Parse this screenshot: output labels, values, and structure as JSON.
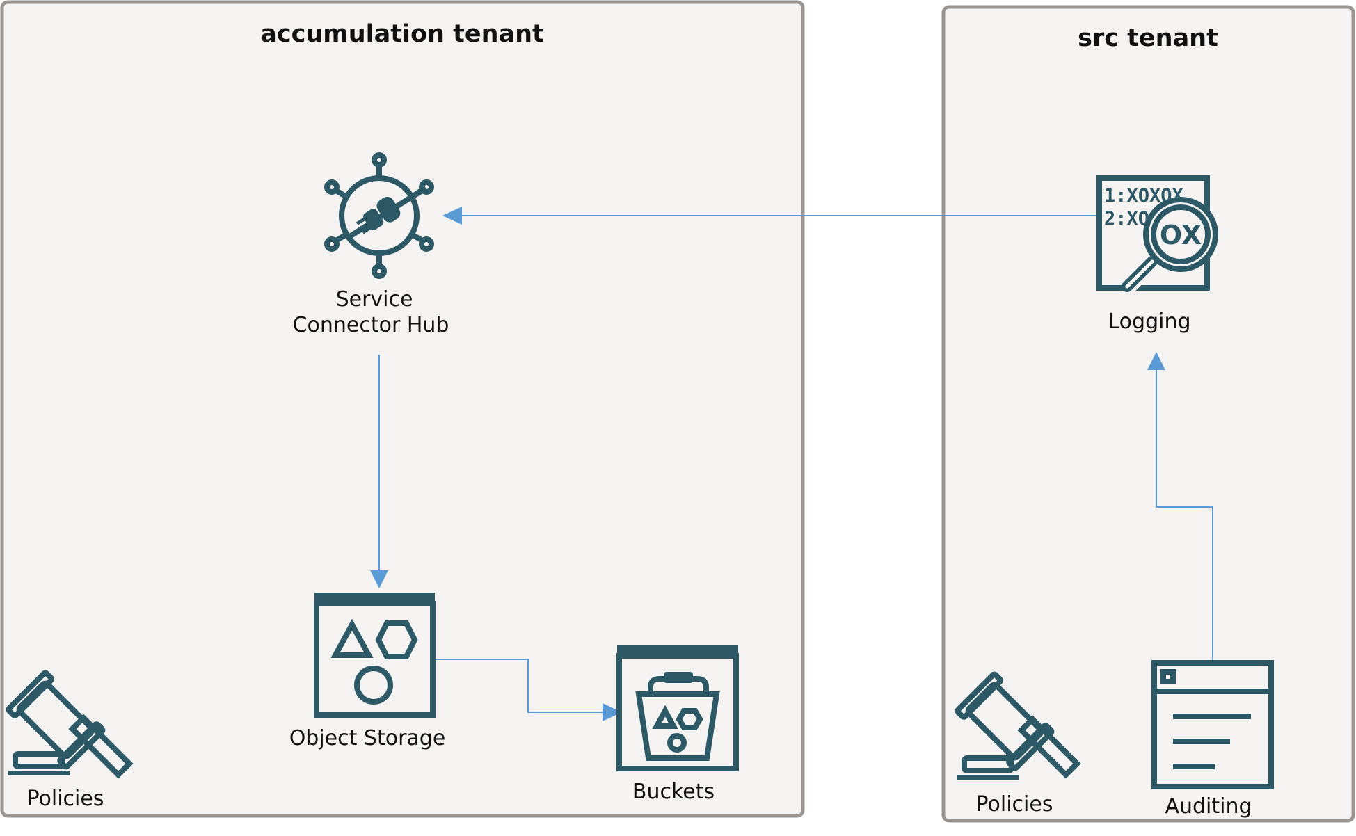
{
  "tenants": {
    "accumulation": {
      "title": "accumulation tenant"
    },
    "src": {
      "title": "src tenant"
    }
  },
  "nodes": {
    "service_connector_hub": {
      "label_line1": "Service",
      "label_line2": "Connector Hub",
      "icon": "service-connector-hub-icon"
    },
    "object_storage": {
      "label": "Object Storage",
      "icon": "object-storage-icon"
    },
    "buckets": {
      "label": "Buckets",
      "icon": "bucket-icon"
    },
    "policies_accumulation": {
      "label": "Policies",
      "icon": "gavel-icon"
    },
    "logging": {
      "label": "Logging",
      "icon": "logging-icon",
      "icon_text_line1": "1:XOXOX",
      "icon_text_line2": "2:XO",
      "icon_lens_text": "OX"
    },
    "policies_src": {
      "label": "Policies",
      "icon": "gavel-icon"
    },
    "auditing": {
      "label": "Auditing",
      "icon": "audit-document-icon"
    }
  },
  "colors": {
    "tenant_fill": "#f4f3f2",
    "tenant_border": "#9a9590",
    "icon": "#2d5967",
    "connector": "#5b9bd5"
  }
}
